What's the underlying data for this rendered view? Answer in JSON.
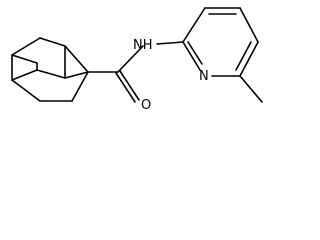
{
  "molecule": {
    "atoms": {
      "amide_nitrogen": "NH",
      "carbonyl_oxygen": "O",
      "ring_nitrogen": "N"
    }
  }
}
